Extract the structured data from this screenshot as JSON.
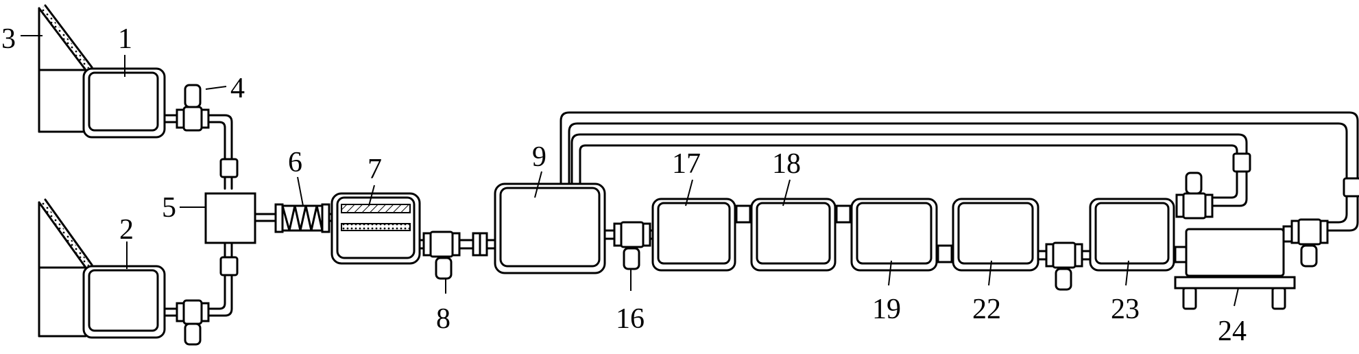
{
  "diagram": {
    "labels": {
      "l1": "1",
      "l2": "2",
      "l3": "3",
      "l4": "4",
      "l5": "5",
      "l6": "6",
      "l7": "7",
      "l8": "8",
      "l9": "9",
      "l16": "16",
      "l17": "17",
      "l18": "18",
      "l19": "19",
      "l22": "22",
      "l23": "23",
      "l24": "24"
    }
  }
}
